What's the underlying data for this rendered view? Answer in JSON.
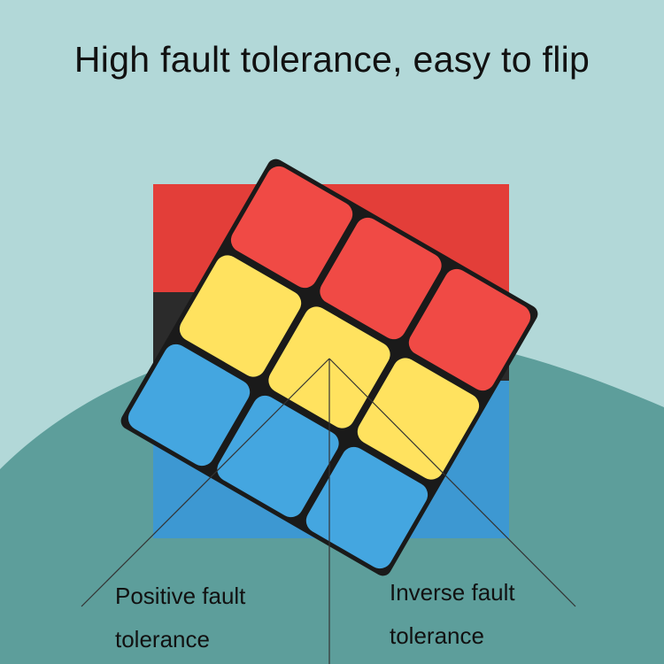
{
  "headline": "High fault tolerance, easy to flip",
  "annotations": {
    "positive": {
      "line1": "Positive fault",
      "line2": "tolerance"
    },
    "inverse": {
      "line1": "Inverse fault",
      "line2": "tolerance"
    }
  },
  "colors": {
    "background": "#b2d8d8",
    "hill": "#5d9e9b",
    "red": "#f04a45",
    "yellow": "#ffe25f",
    "blue": "#44a6e0",
    "core": "#1a1a1a",
    "text": "#111111"
  }
}
